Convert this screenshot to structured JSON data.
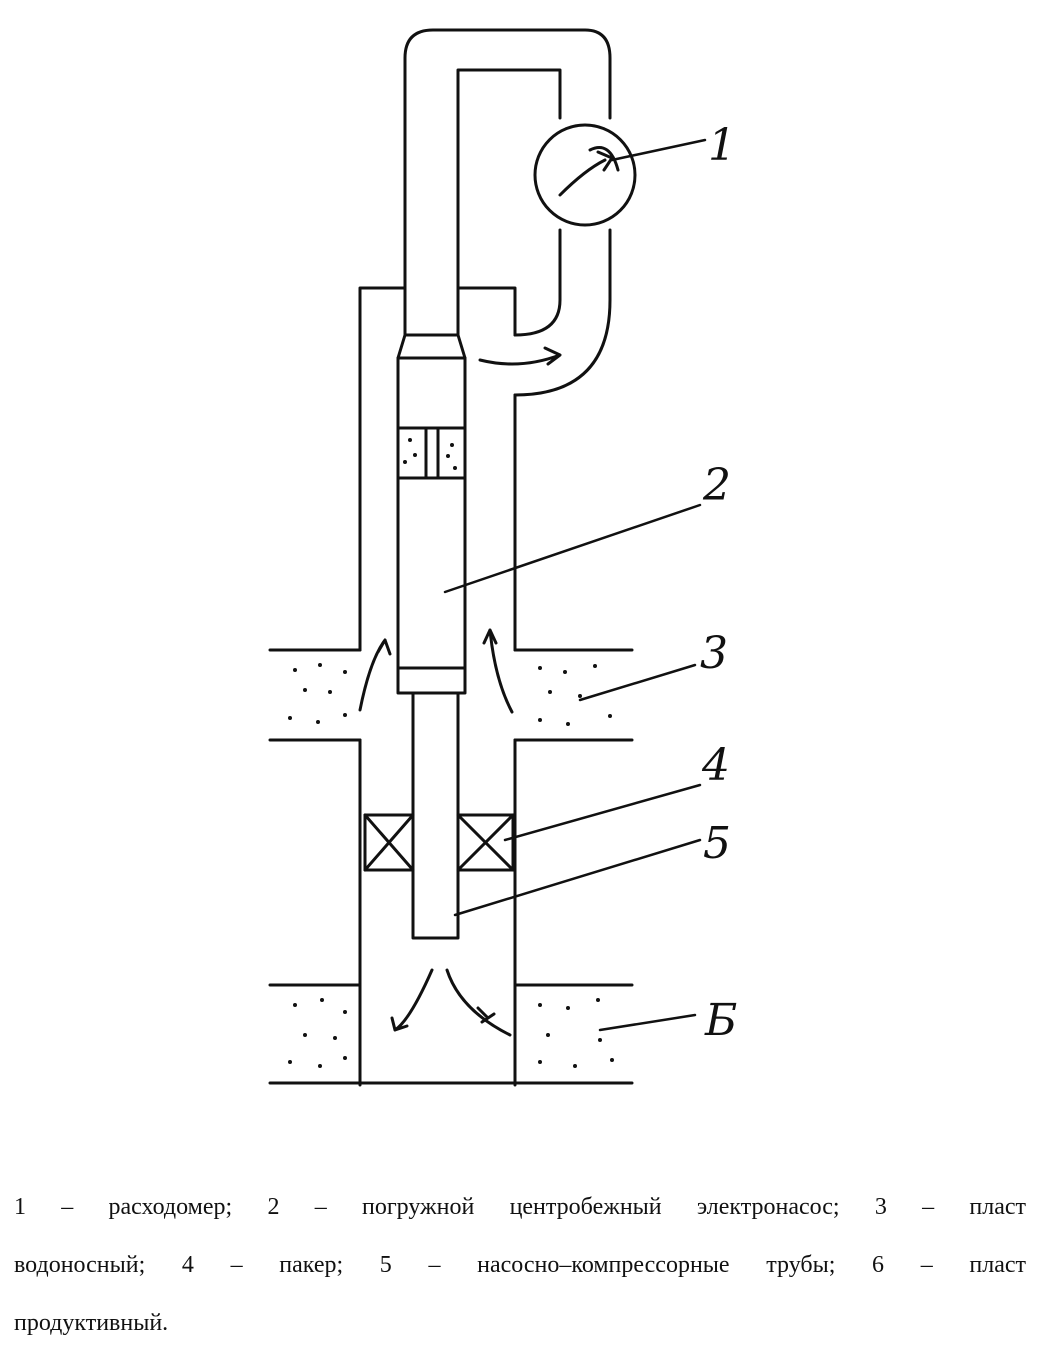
{
  "diagram": {
    "callouts": [
      {
        "id": "1",
        "label": "1"
      },
      {
        "id": "2",
        "label": "2"
      },
      {
        "id": "3",
        "label": "3"
      },
      {
        "id": "4",
        "label": "4"
      },
      {
        "id": "5",
        "label": "5"
      },
      {
        "id": "6",
        "label": "Б"
      }
    ],
    "colors": {
      "ink": "#111111",
      "paper": "#ffffff"
    }
  },
  "caption": {
    "line1": "1 – расходомер; 2 – погружной центробежный электронасос; 3 – пласт",
    "line2": "водоносный;  4 – пакер;  5 – насосно–компрессорные трубы;  6 – пласт",
    "line3": "продуктивный."
  }
}
